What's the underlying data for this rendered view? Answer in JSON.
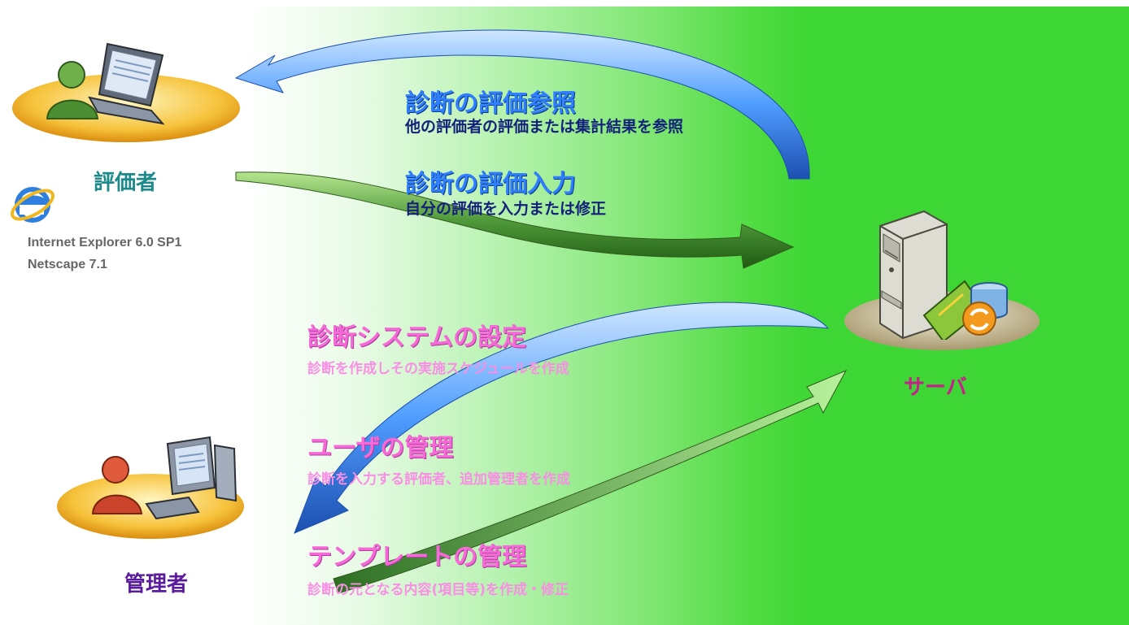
{
  "roles": {
    "evaluator": {
      "label": "評価者",
      "color": "#1c8a8a"
    },
    "admin": {
      "label": "管理者",
      "color": "#5a1c9c"
    },
    "server": {
      "label": "サーバ",
      "color": "#c81f8c"
    }
  },
  "browsers": [
    "Internet Explorer 6.0 SP1",
    "Netscape 7.1"
  ],
  "flows": {
    "view": {
      "title": "診断の評価参照",
      "subtitle": "他の評価者の評価または集計結果を参照"
    },
    "input": {
      "title": "診断の評価入力",
      "subtitle": "自分の評価を入力または修正"
    },
    "system": {
      "title": "診断システムの設定",
      "subtitle": "診断を作成しその実施スケジュールを作成"
    },
    "users": {
      "title": "ユーザの管理",
      "subtitle": "診断を入力する評価者、追加管理者を作成"
    },
    "template": {
      "title": "テンプレートの管理",
      "subtitle": "診断の元となる内容(項目等)を作成・修正"
    }
  },
  "icons": [
    "evaluator-laptop-icon",
    "internet-explorer-icon",
    "admin-desktop-icon",
    "server-icon"
  ]
}
